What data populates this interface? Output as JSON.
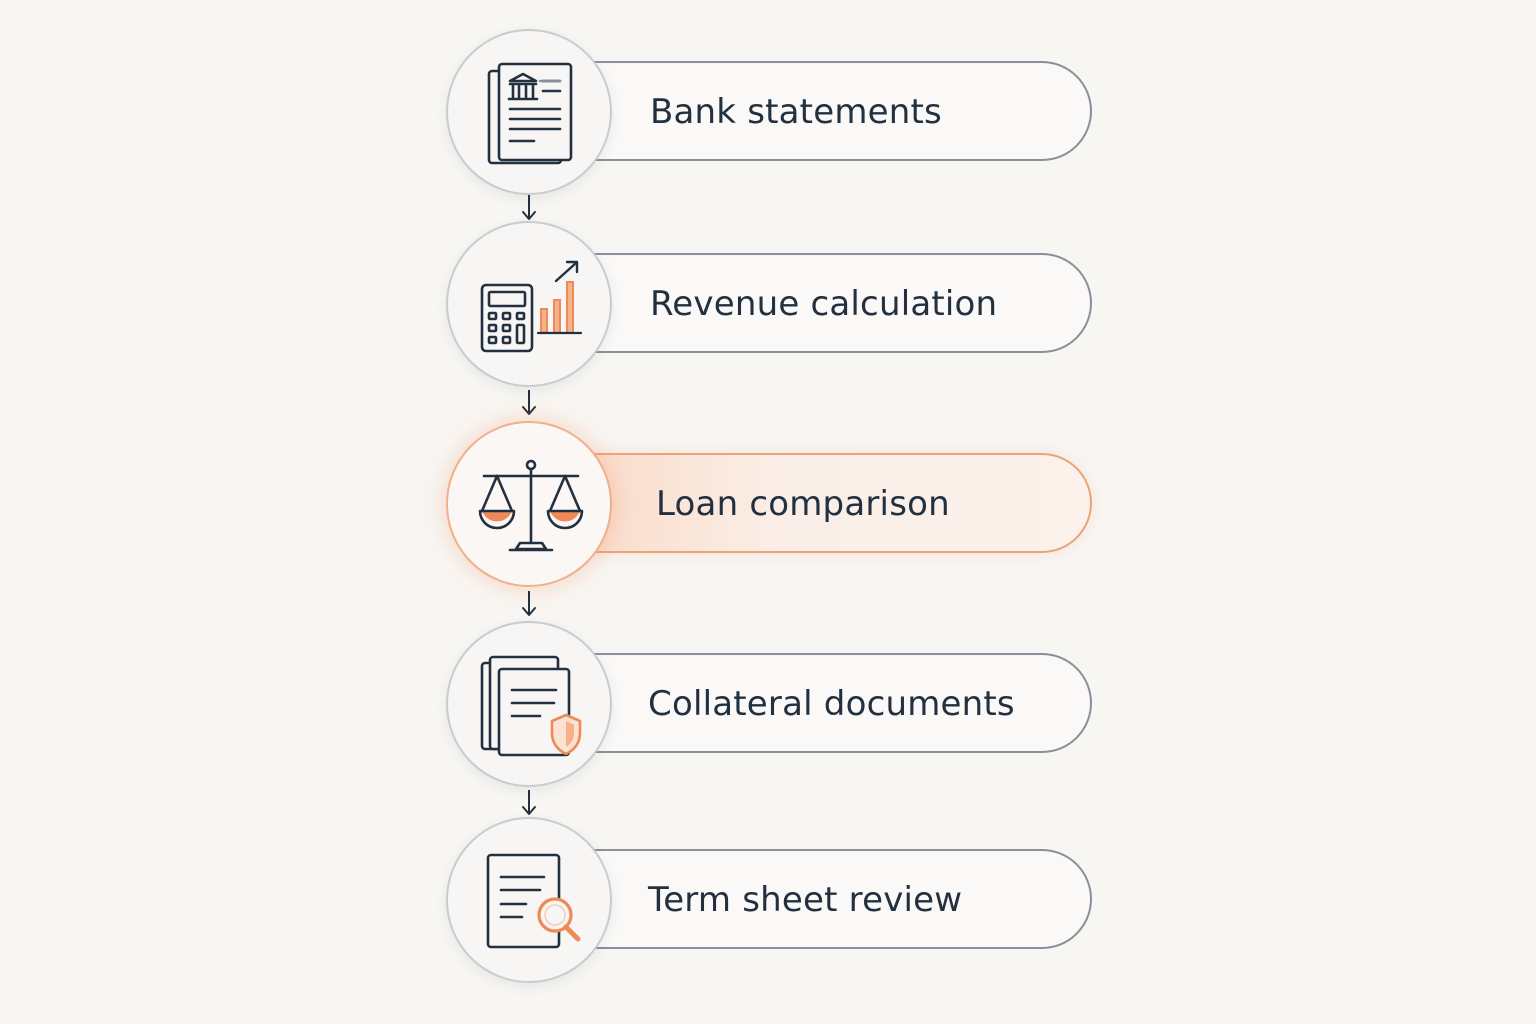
{
  "steps": [
    {
      "label": "Bank statements",
      "icon": "bank-statement-icon",
      "active": false
    },
    {
      "label": "Revenue calculation",
      "icon": "calculator-chart-icon",
      "active": false
    },
    {
      "label": "Loan comparison",
      "icon": "balance-scale-icon",
      "active": true
    },
    {
      "label": "Collateral documents",
      "icon": "documents-shield-icon",
      "active": false
    },
    {
      "label": "Term sheet review",
      "icon": "document-search-icon",
      "active": false
    }
  ],
  "colors": {
    "background": "#f8f6f3",
    "ink": "#22303f",
    "accent": "#ee8a57",
    "pill_border": "#8a9099",
    "active_border": "#eba47a"
  }
}
